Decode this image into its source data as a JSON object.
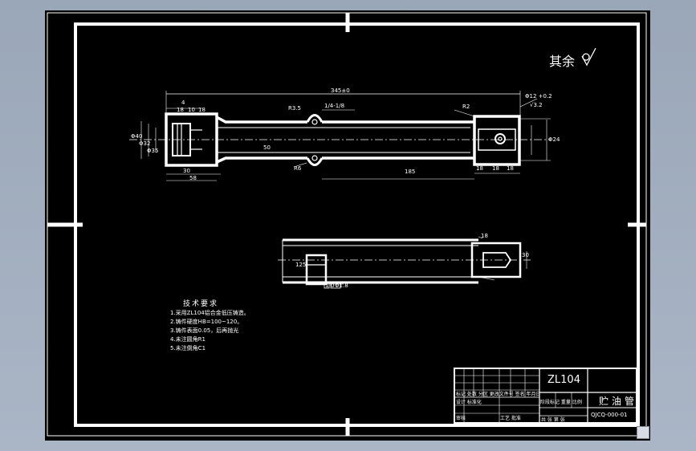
{
  "drawing": {
    "roughness_note": "其余",
    "dimensions": {
      "overall_length": "345±0",
      "dim_4_top": "4",
      "dim_18a": "18",
      "dim_10": "10",
      "dim_18b": "18",
      "r_left": "R3.5",
      "thread_callout": "1/4-1/8",
      "r_right": "R2",
      "diam_left_1": "Φ40",
      "diam_left_2": "Φ32",
      "diam_left_3": "Φ35",
      "dim_30": "30",
      "dim_58": "58",
      "pipe_text": "50",
      "right_tol": "Φ12 +0.2",
      "right_chamfer": "√3.2",
      "r_bottom": "R6",
      "len_185": "185",
      "dim_18_r1": "18",
      "dim_18_r2": "18",
      "dim_18_r3": "18",
      "right_diam": "Φ24",
      "section_dim_18": "18",
      "section_dim_125": "125",
      "section_dim_30": "30",
      "section_small_a": "1",
      "section_small_b": "0",
      "section_small_c": "Φ1.8"
    },
    "tech_requirements": {
      "heading": "技术要求",
      "items": [
        "1.采用ZL104铝合金低压铸造。",
        "2.铸件硬度HB=100~120。",
        "3.铸件表面0.05，后再抛光",
        "4.未注圆角R1",
        "5.未注倒角C1"
      ]
    },
    "title_block": {
      "material": "ZL104",
      "part_name": "贮油管",
      "drawing_number": "QJCQ-000-01",
      "header_row": "标记 处数 分区 更改文件号 签名 年月日",
      "designer_row": "设计 标准化",
      "stage_row": "阶段标记 重量 比例",
      "sheet_row": "共 张 第 张",
      "review_row": "审核",
      "process_row": "工艺 批准"
    }
  },
  "colors": {
    "background": "#000000",
    "lines": "#ffffff",
    "window": "#9aa7b8"
  }
}
